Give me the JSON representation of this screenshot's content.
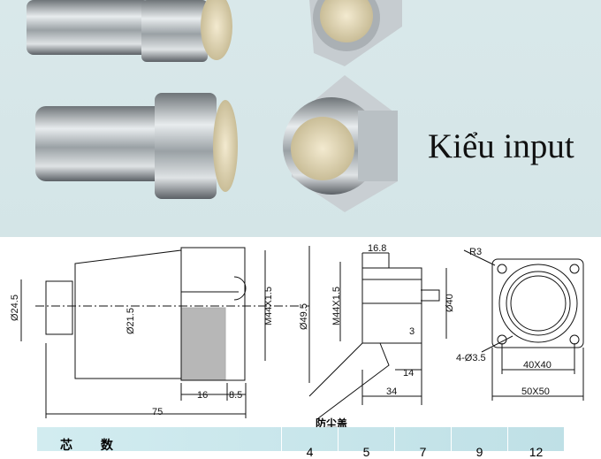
{
  "caption": "Kiểu input",
  "drawing": {
    "plug_dims": {
      "d1": "Ø24.5",
      "d2": "Ø21.5",
      "thread": "M44X1.5",
      "d3": "Ø49.5",
      "l1": "16",
      "l2": "8.5",
      "total": "75"
    },
    "side_dims": {
      "top": "16.8",
      "thread": "M44X1.5",
      "d": "Ø40",
      "pin": "3",
      "l1": "14",
      "total": "34"
    },
    "front_dims": {
      "radius": "R3",
      "holes": "4-Ø3.5",
      "inner": "40X40",
      "outer": "50X50"
    },
    "dust_cap_label": "防尘盖"
  },
  "table": {
    "header": "芯 数",
    "values": [
      "4",
      "5",
      "7",
      "9",
      "12"
    ]
  }
}
